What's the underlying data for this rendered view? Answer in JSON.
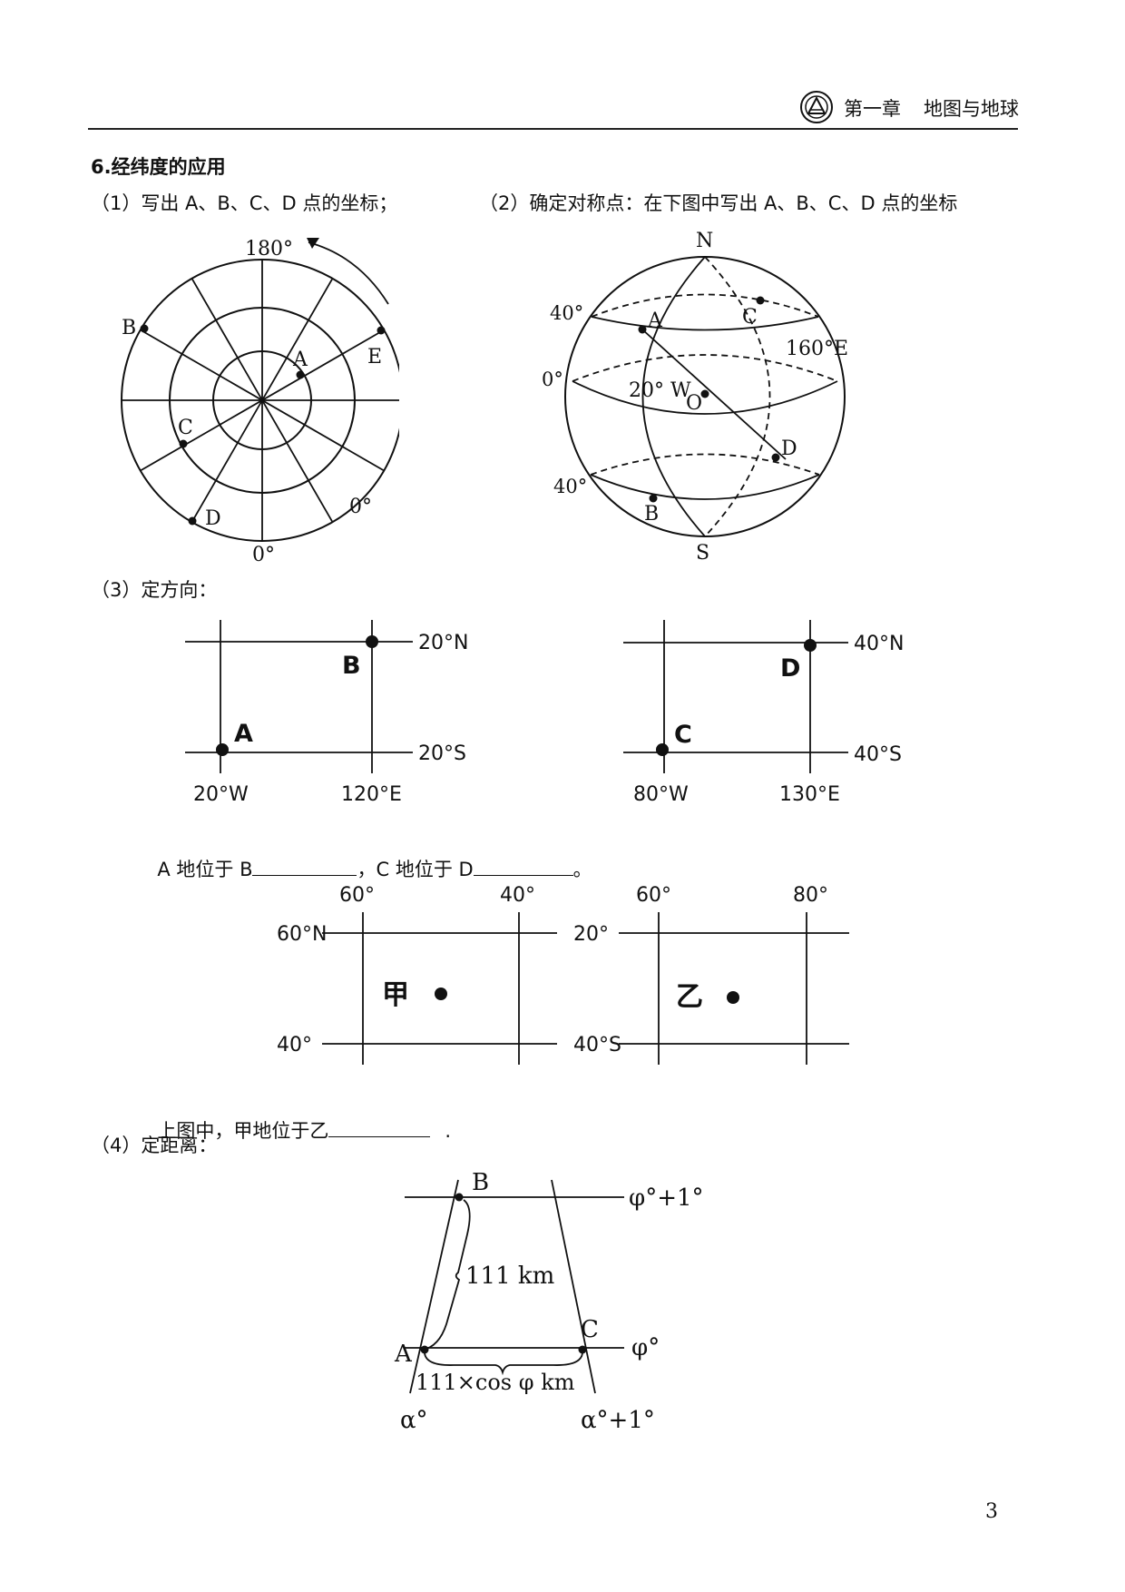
{
  "header": {
    "chapter": "第一章",
    "title": "地图与地球"
  },
  "section": {
    "title": "6.经纬度的应用",
    "q1": "（1）写出 A、B、C、D 点的坐标；",
    "q2": "（2）确定对称点：在下图中写出 A、B、C、D 点的坐标",
    "q3": "（3）定方向：",
    "q4": "（4）定距离："
  },
  "polar": {
    "top_label": "180°",
    "bottom_label": "0°",
    "right_label": "0°",
    "points": [
      "A",
      "B",
      "C",
      "D",
      "E"
    ]
  },
  "globe": {
    "n": "N",
    "s": "S",
    "o": "O",
    "lat_top": "40°",
    "equator": "0°",
    "lat_bottom": "40°",
    "lon_w": "20° W",
    "lon_e": "160°E",
    "points": [
      "A",
      "B",
      "C",
      "D"
    ]
  },
  "grid1": {
    "top_lat": "20°N",
    "bottom_lat": "20°S",
    "left_lon": "20°W",
    "right_lon": "120°E",
    "pt_a": "A",
    "pt_b": "B"
  },
  "grid2": {
    "top_lat": "40°N",
    "bottom_lat": "40°S",
    "left_lon": "80°W",
    "right_lon": "130°E",
    "pt_c": "C",
    "pt_d": "D"
  },
  "direction_q": {
    "part1": "A 地位于 B",
    "part2": "，C 地位于 D",
    "part3": "。"
  },
  "grid3": {
    "left_lon": "60°",
    "right_lon": "40°",
    "top_lat": "60°N",
    "bottom_lat": "40°",
    "label": "甲"
  },
  "grid4": {
    "left_lon": "60°",
    "right_lon": "80°",
    "top_lat": "20°",
    "bottom_lat": "40°S",
    "label": "乙"
  },
  "grid_q": {
    "text": "上图中，甲地位于乙",
    "end": "."
  },
  "distance": {
    "b": "B",
    "a": "A",
    "c": "C",
    "lat_top": "φ°+1°",
    "lat_bottom": "φ°",
    "lon_left": "α°",
    "lon_right": "α°+1°",
    "meridian_len": "111 km",
    "parallel_len": "111×cos φ km"
  },
  "page_number": "3"
}
